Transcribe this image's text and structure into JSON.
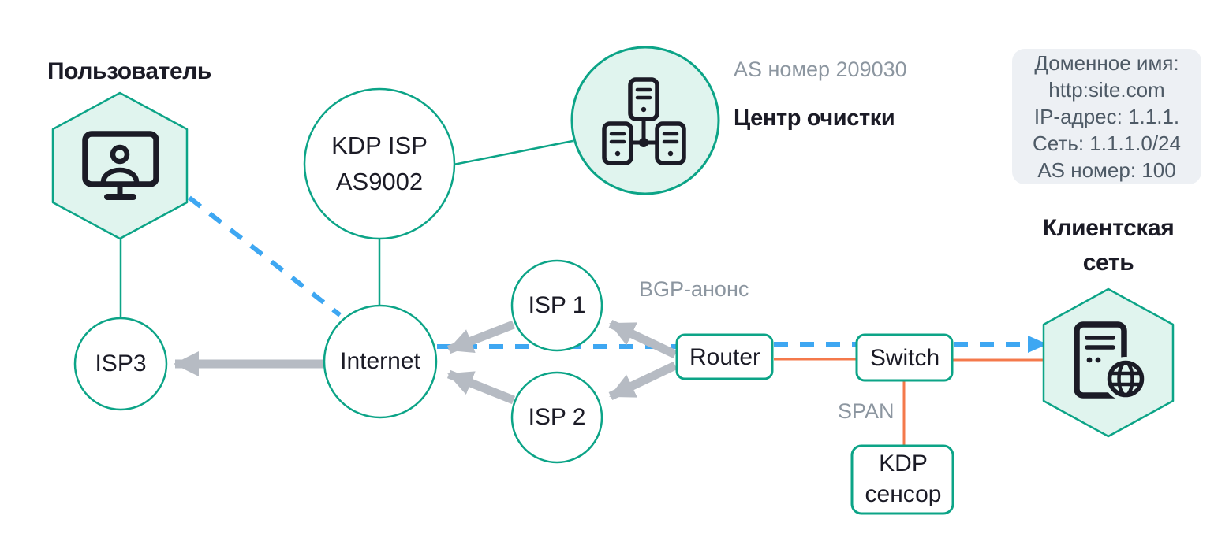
{
  "theme": {
    "teal": "#0CA487",
    "mint": "#E0F4EE",
    "ink": "#1B1B26",
    "arrow_gray": "#B6BBC3",
    "text_gray": "#8C96A0",
    "blue": "#3EA7F2",
    "orange": "#F4794B",
    "info_bg": "#EDF0F4",
    "info_text": "#4E5A66"
  },
  "nodes": {
    "user": {
      "label": "Пользователь"
    },
    "kdp_isp": {
      "line1": "KDP ISP",
      "line2": "AS9002"
    },
    "cleaning_center": {
      "as_number": "AS номер 209030",
      "title": "Центр очистки"
    },
    "isp1": {
      "label": "ISP 1"
    },
    "isp2": {
      "label": "ISP 2"
    },
    "isp3": {
      "label": "ISP3"
    },
    "internet": {
      "label": "Internet"
    },
    "router": {
      "label": "Router"
    },
    "switch": {
      "label": "Switch"
    },
    "kdp_sensor": {
      "line1": "KDP",
      "line2": "сенсор"
    },
    "client_network": {
      "line1": "Клиентская",
      "line2": "сеть"
    }
  },
  "edge_labels": {
    "bgp_announce": "BGP-анонс",
    "span": "SPAN"
  },
  "info_box": {
    "lines": [
      "Доменное имя:",
      "http:site.com",
      "IP-адрес: 1.1.1.",
      "Сеть: 1.1.1.0/24",
      "AS номер: 100"
    ]
  }
}
